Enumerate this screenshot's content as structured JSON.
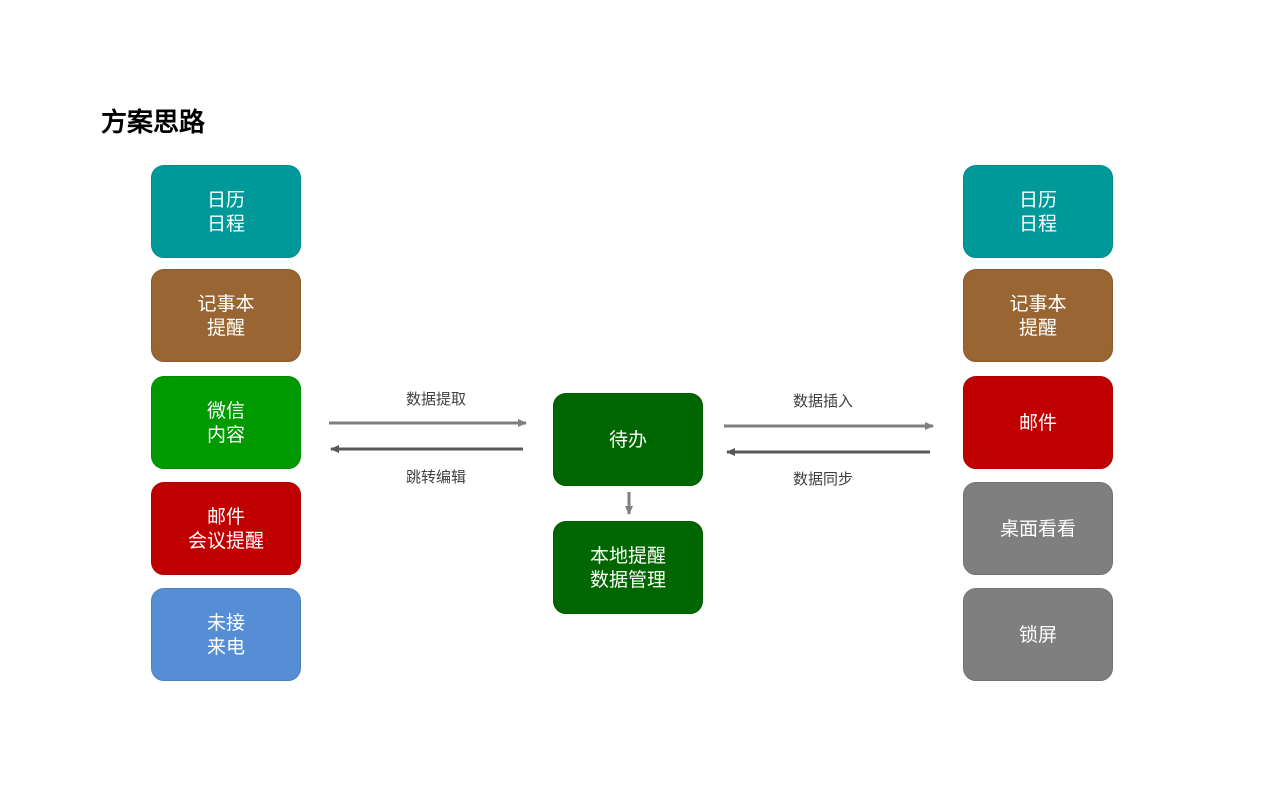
{
  "page": {
    "title": "方案思路"
  },
  "left": [
    {
      "lines": [
        "日历",
        "日程"
      ],
      "color": "#009999",
      "border": "#008a8a"
    },
    {
      "lines": [
        "记事本",
        "提醒"
      ],
      "color": "#996633",
      "border": "#8a5b2d"
    },
    {
      "lines": [
        "微信",
        "内容"
      ],
      "color": "#009900",
      "border": "#008a00"
    },
    {
      "lines": [
        "邮件",
        "会议提醒"
      ],
      "color": "#c00000",
      "border": "#ad0000"
    },
    {
      "lines": [
        "未接",
        "来电"
      ],
      "color": "#558ed5",
      "border": "#4d80c0"
    }
  ],
  "center": [
    {
      "lines": [
        "待办"
      ],
      "color": "#006600",
      "border": "#005c00"
    },
    {
      "lines": [
        "本地提醒",
        "数据管理"
      ],
      "color": "#006600",
      "border": "#005c00"
    }
  ],
  "right": [
    {
      "lines": [
        "日历",
        "日程"
      ],
      "color": "#009999",
      "border": "#008a8a"
    },
    {
      "lines": [
        "记事本",
        "提醒"
      ],
      "color": "#996633",
      "border": "#8a5b2d"
    },
    {
      "lines": [
        "邮件"
      ],
      "color": "#c00000",
      "border": "#ad0000"
    },
    {
      "lines": [
        "桌面看看"
      ],
      "color": "#7f7f7f",
      "border": "#737373"
    },
    {
      "lines": [
        "锁屏"
      ],
      "color": "#7f7f7f",
      "border": "#737373"
    }
  ],
  "arrows": {
    "left_top_label": "数据提取",
    "left_bottom_label": "跳转编辑",
    "right_top_label": "数据插入",
    "right_bottom_label": "数据同步",
    "color_light": "#7f7f7f",
    "color_dark": "#595959"
  }
}
